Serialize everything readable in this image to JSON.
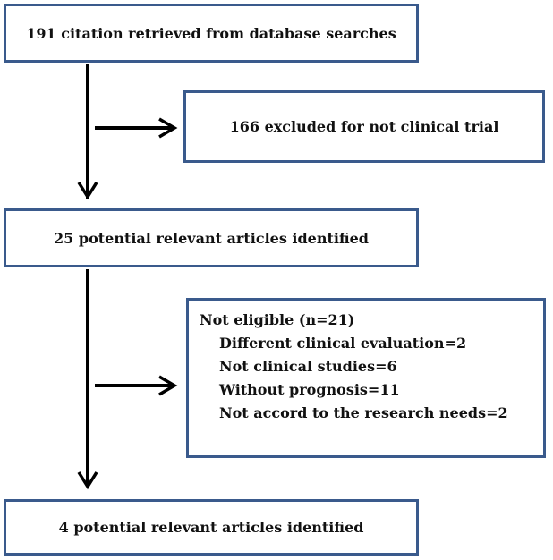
{
  "boxes": {
    "retrieved": "191 citation retrieved from database searches",
    "excluded": "166 excluded for not clinical trial",
    "potential_25": "25 potential relevant articles identified",
    "not_eligible": {
      "title": "Not eligible (n=21)",
      "items": [
        "Different clinical evaluation=2",
        "Not clinical studies=6",
        "Without prognosis=11",
        "Not accord to the research needs=2"
      ]
    },
    "potential_4": "4 potential relevant articles identified"
  },
  "colors": {
    "box_border": "#3a5a8c",
    "arrow": "#000000",
    "text": "#111111"
  }
}
